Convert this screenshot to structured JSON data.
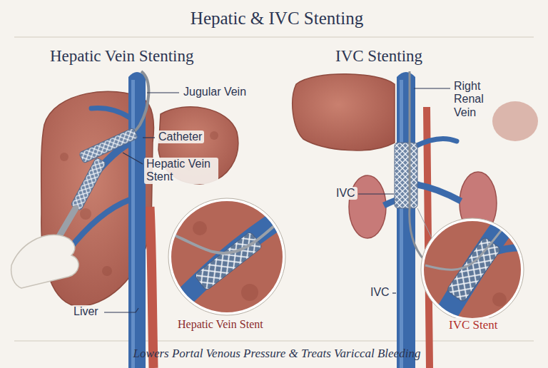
{
  "diagram": {
    "title": "Hepatic & IVC Stenting",
    "caption": "Lowers Portal Venous Pressure & Treats Variccal Bleeding",
    "labels": [
      "Hepatic Vein Stenting",
      "Jugular Vein",
      "Catheter",
      "Hepatic Vein Stent",
      "Liver",
      "Hepatic Vein Stent",
      "IVC Stenting",
      "Right Renal Vein",
      "IVC",
      "IVC",
      "IVC Stent"
    ]
  }
}
